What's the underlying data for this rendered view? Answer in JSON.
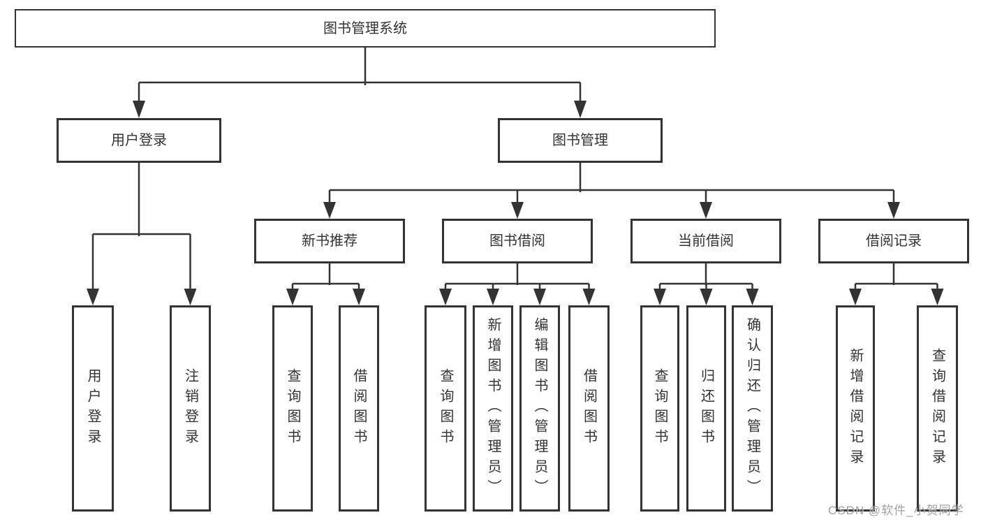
{
  "watermark": "CSDN @软件_小贺同学",
  "colors": {
    "line": "#333333",
    "box_border": "#333333",
    "text": "#333333",
    "background": "#ffffff",
    "watermark": "#949494"
  },
  "tree": {
    "root": "图书管理系统",
    "branches": [
      {
        "label": "用户登录",
        "leaves": [
          "用户登录",
          "注销登录"
        ]
      },
      {
        "label": "图书管理",
        "groups": [
          {
            "label": "新书推荐",
            "leaves": [
              "查询图书",
              "借阅图书"
            ]
          },
          {
            "label": "图书借阅",
            "leaves": [
              "查询图书",
              "新增图书（管理员）",
              "编辑图书（管理员）",
              "借阅图书"
            ]
          },
          {
            "label": "当前借阅",
            "leaves": [
              "查询图书",
              "归还图书",
              "确认归还（管理员）"
            ]
          },
          {
            "label": "借阅记录",
            "leaves": [
              "新增借阅记录",
              "查询借阅记录"
            ]
          }
        ]
      }
    ]
  }
}
